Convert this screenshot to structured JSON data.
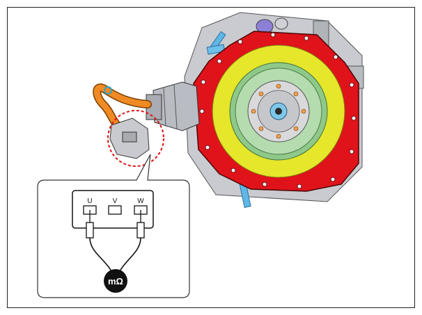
{
  "colors": {
    "housing_red": "#e0131b",
    "ring_yellow": "#e6e62a",
    "rotor_green": "#a7d7a0",
    "cable_orange": "#f08a24",
    "connector_gray": "#b9bcc2",
    "callout_red": "#e01010",
    "meter_black": "#111111"
  },
  "callout": {
    "terminals": [
      {
        "label": "U",
        "probed": true
      },
      {
        "label": "V",
        "probed": false
      },
      {
        "label": "W",
        "probed": true
      }
    ],
    "meter_icon": "ohmmeter-icon",
    "meter_text": "mΩ"
  },
  "components": [
    "motor-housing",
    "stator-ring",
    "rotor-hub",
    "power-cable",
    "cable-connector",
    "inspection-circle",
    "terminal-detail-callout"
  ]
}
